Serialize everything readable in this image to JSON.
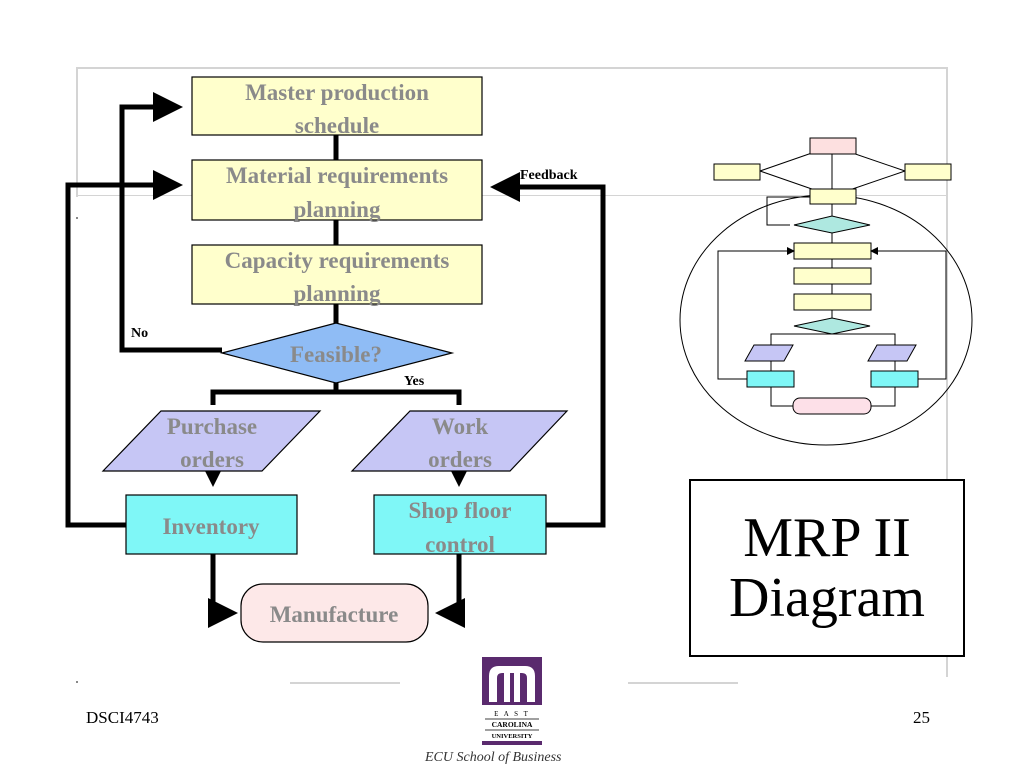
{
  "flow": {
    "mps": [
      "Master production",
      "schedule"
    ],
    "mrp": [
      "Material requirements",
      "planning"
    ],
    "crp": [
      "Capacity requirements",
      "planning"
    ],
    "feasible": "Feasible?",
    "no_label": "No",
    "yes_label": "Yes",
    "feedback_label": "Feedback",
    "purchase": [
      "Purchase",
      "orders"
    ],
    "work": [
      "Work",
      "orders"
    ],
    "inventory": "Inventory",
    "shop": [
      "Shop floor",
      "control"
    ],
    "manufacture": "Manufacture"
  },
  "title": [
    "MRP II",
    "Diagram"
  ],
  "footer": {
    "course": "DSCI4743",
    "page": "25",
    "school": "ECU School of Business",
    "logo_text": [
      "E A S T",
      "CAROLINA",
      "UNIVERSITY"
    ]
  },
  "colors": {
    "yellow_box": "#ffffcc",
    "blue_diamond": "#8fbcf5",
    "lavender": "#c6c6f5",
    "cyan": "#7ff7f7",
    "pink": "#fde8e8",
    "teal_diamond": "#aee8e0",
    "logo_purple": "#5a2a6e"
  }
}
